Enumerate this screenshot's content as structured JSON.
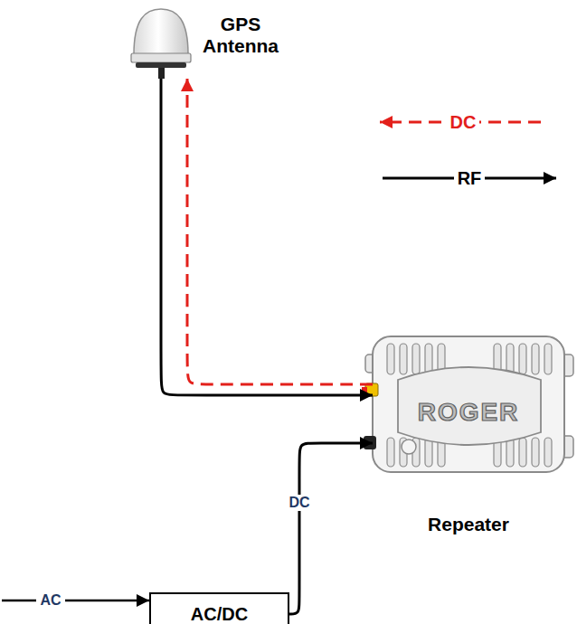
{
  "diagram": {
    "nodes": [
      {
        "text": [
          "GPS Antenna"
        ]
      },
      {
        "text": [
          "ROGER",
          "Repeater"
        ]
      },
      {
        "text": [
          "AC/DC"
        ]
      }
    ],
    "edges": [
      {
        "from": 0,
        "to": 1,
        "arrow": "to"
      },
      {
        "from": 1,
        "to": 0,
        "arrow": "to"
      },
      {
        "from": 2,
        "to": 1,
        "label": "DC",
        "arrow": "to"
      }
    ],
    "labels": [
      "AC"
    ],
    "legend": [
      {
        "text": "DC"
      },
      {
        "text": "RF"
      }
    ]
  }
}
